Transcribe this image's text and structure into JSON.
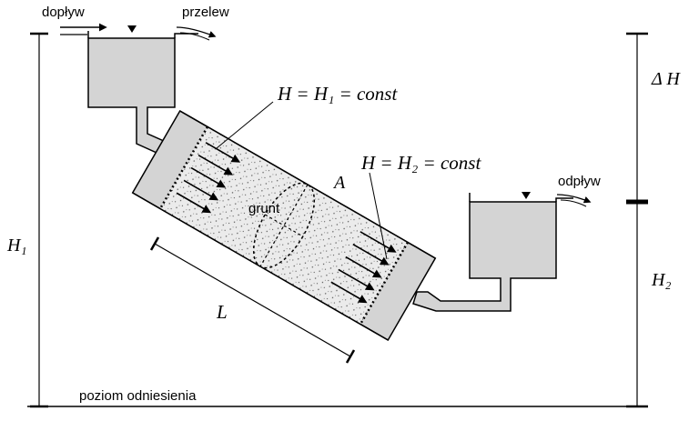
{
  "labels": {
    "inflow": "dopływ",
    "overflow": "przelew",
    "outflow": "odpływ",
    "soil": "grunt",
    "datum": "poziom odniesienia",
    "head1_eq": "H = H₁ = const",
    "head2_eq": "H = H₂ = const",
    "area": "A",
    "length": "L",
    "h1": "H₁",
    "h2": "H₂",
    "delta_h": "Δ H"
  },
  "colors": {
    "tank_fill": "#d4d4d4",
    "soil_fill": "#e8e8e8",
    "stroke": "#000000"
  }
}
